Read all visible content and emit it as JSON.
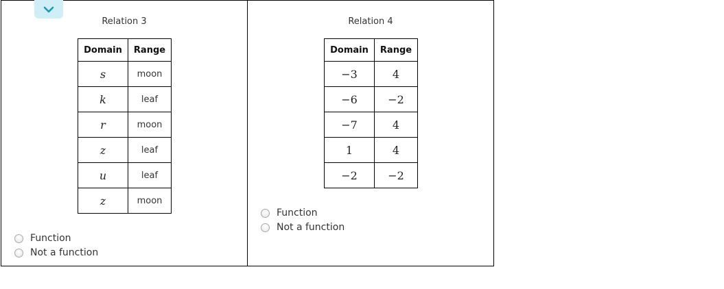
{
  "collapse_button": {
    "icon": "chevron-down-icon",
    "color": "#1a9ab8",
    "bg": "#cfeef5"
  },
  "relations": [
    {
      "title": "Relation 3",
      "headers": {
        "domain": "Domain",
        "range": "Range"
      },
      "rows": [
        {
          "domain": "s",
          "range": "moon"
        },
        {
          "domain": "k",
          "range": "leaf"
        },
        {
          "domain": "r",
          "range": "moon"
        },
        {
          "domain": "z",
          "range": "leaf"
        },
        {
          "domain": "u",
          "range": "leaf"
        },
        {
          "domain": "z",
          "range": "moon"
        }
      ],
      "options": [
        "Function",
        "Not a function"
      ]
    },
    {
      "title": "Relation 4",
      "headers": {
        "domain": "Domain",
        "range": "Range"
      },
      "rows": [
        {
          "domain": "−3",
          "range": "4"
        },
        {
          "domain": "−6",
          "range": "−2"
        },
        {
          "domain": "−7",
          "range": "4"
        },
        {
          "domain": "1",
          "range": "4"
        },
        {
          "domain": "−2",
          "range": "−2"
        }
      ],
      "options": [
        "Function",
        "Not a function"
      ]
    }
  ]
}
